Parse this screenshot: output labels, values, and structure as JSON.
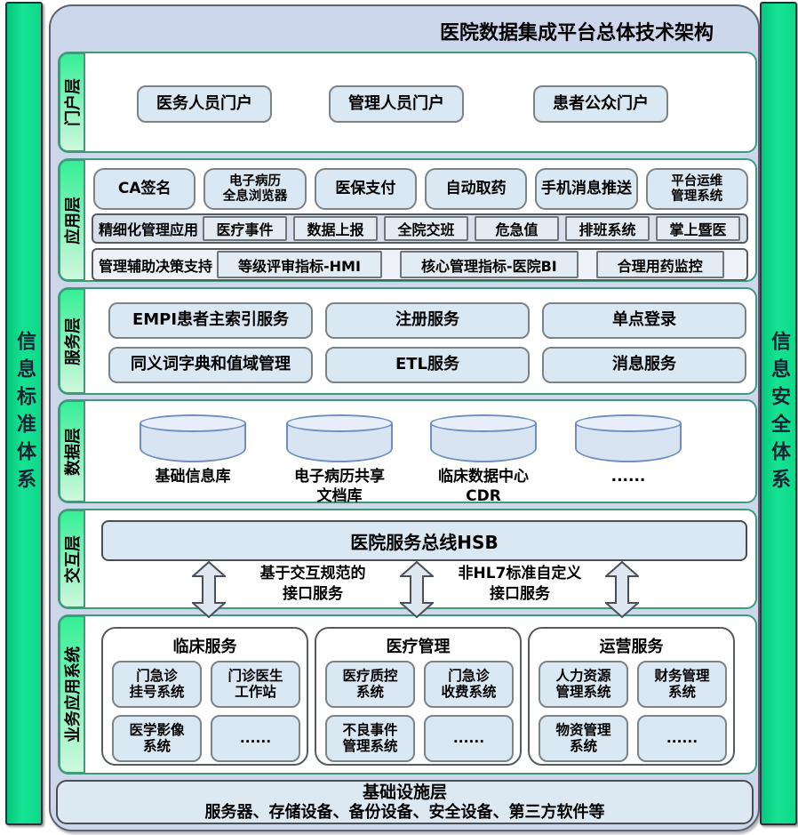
{
  "title": "医院数据集成平台总体技术架构",
  "pillars": {
    "left": "信息标准体系",
    "right": "信息安全体系"
  },
  "colors": {
    "pillar_green": "#0ed98b",
    "layer_label_green_top": "#35ef97",
    "layer_label_green_bottom": "#cdf8dc",
    "panel_lavender": "#cdd7ec",
    "node_blue": "#d9e8f2",
    "layer_border_teal": "#3f9a7a",
    "cylinder_border_blue": "#6e8fc0"
  },
  "layers": {
    "portal": {
      "label": "门户层",
      "buttons": [
        "医务人员门户",
        "管理人员门户",
        "患者公众门户"
      ]
    },
    "application": {
      "label": "应用层",
      "row1": [
        "CA签名",
        "电子病历\n全息浏览器",
        "医保支付",
        "自动取药",
        "手机消息推送",
        "平台运维\n管理系统"
      ],
      "row2": {
        "label": "精细化管理应用",
        "items": [
          "医疗事件",
          "数据上报",
          "全院交班",
          "危急值",
          "排班系统",
          "掌上暨医"
        ]
      },
      "row3": {
        "label": "管理辅助决策支持",
        "items": [
          "等级评审指标-HMI",
          "核心管理指标-医院BI",
          "合理用药监控"
        ]
      }
    },
    "service": {
      "label": "服务层",
      "items": [
        "EMPI患者主索引服务",
        "注册服务",
        "单点登录",
        "同义词字典和值域管理",
        "ETL服务",
        "消息服务"
      ]
    },
    "data": {
      "label": "数据层",
      "stores": [
        "基础信息库",
        "电子病历共享\n文档库",
        "临床数据中心\nCDR",
        "......"
      ]
    },
    "interaction": {
      "label": "交互层",
      "bus": "医院服务总线HSB",
      "notes": [
        "基于交互规范的\n接口服务",
        "非HL7标准自定义\n接口服务"
      ]
    },
    "business": {
      "label": "业务应用系统",
      "groups": [
        {
          "title": "临床服务",
          "items": [
            "门急诊\n挂号系统",
            "门诊医生\n工作站",
            "医学影像\n系统",
            "......"
          ]
        },
        {
          "title": "医疗管理",
          "items": [
            "医疗质控\n系统",
            "门急诊\n收费系统",
            "不良事件\n管理系统",
            "......"
          ]
        },
        {
          "title": "运营服务",
          "items": [
            "人力资源\n管理系统",
            "财务管理\n系统",
            "物资管理\n系统",
            "......"
          ]
        }
      ]
    },
    "infrastructure": {
      "title": "基础设施层",
      "subtitle": "服务器、存储设备、备份设备、安全设备、第三方软件等"
    }
  }
}
